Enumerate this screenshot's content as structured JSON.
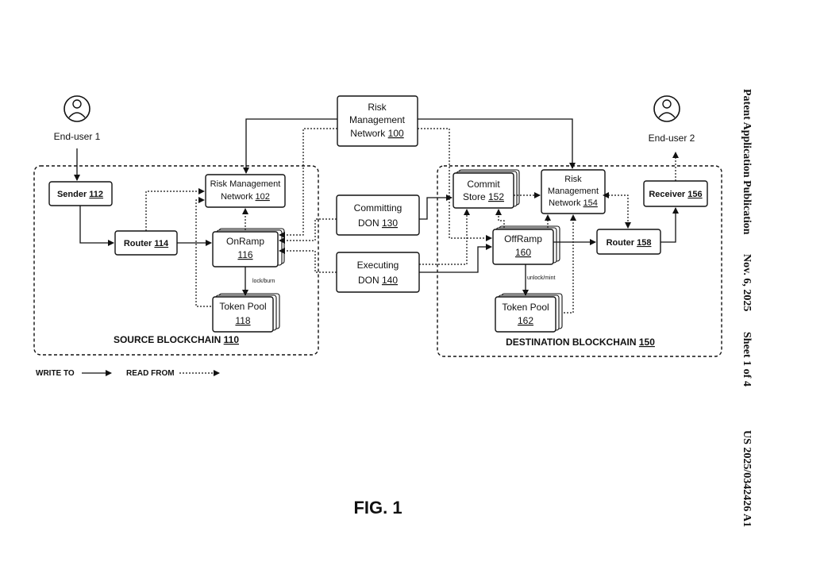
{
  "header": {
    "publication": "Patent Application Publication",
    "date": "Nov. 6, 2025",
    "sheet": "Sheet 1 of 4",
    "number": "US 2025/0342426 A1"
  },
  "figure_label": "FIG. 1",
  "users": {
    "end_user_1": "End-user 1",
    "end_user_2": "End-user 2"
  },
  "risk_management_network": {
    "line1": "Risk",
    "line2": "Management",
    "line3": "Network",
    "num": "100"
  },
  "committing_don": {
    "line1": "Committing",
    "line2": "DON",
    "num": "130"
  },
  "executing_don": {
    "line1": "Executing",
    "line2": "DON",
    "num": "140"
  },
  "source": {
    "title": "SOURCE BLOCKCHAIN",
    "num": "110",
    "sender": {
      "label": "Sender",
      "num": "112"
    },
    "router": {
      "label": "Router",
      "num": "114"
    },
    "rmn": {
      "label": "Risk Management",
      "label2": "Network",
      "num": "102"
    },
    "onramp": {
      "label": "OnRamp",
      "num": "116"
    },
    "token_pool": {
      "label": "Token Pool",
      "num": "118"
    },
    "edge_label": "lock/burn"
  },
  "destination": {
    "title": "DESTINATION BLOCKCHAIN",
    "num": "150",
    "commit_store": {
      "label": "Commit",
      "label2": "Store",
      "num": "152"
    },
    "rmn": {
      "label": "Risk",
      "label2": "Management",
      "label3": "Network",
      "num": "154"
    },
    "receiver": {
      "label": "Receiver",
      "num": "156"
    },
    "router": {
      "label": "Router",
      "num": "158"
    },
    "offramp": {
      "label": "OffRamp",
      "num": "160"
    },
    "token_pool": {
      "label": "Token Pool",
      "num": "162"
    },
    "edge_label": "unlock/mint"
  },
  "legend": {
    "write_to": "WRITE TO",
    "read_from": "READ FROM"
  }
}
